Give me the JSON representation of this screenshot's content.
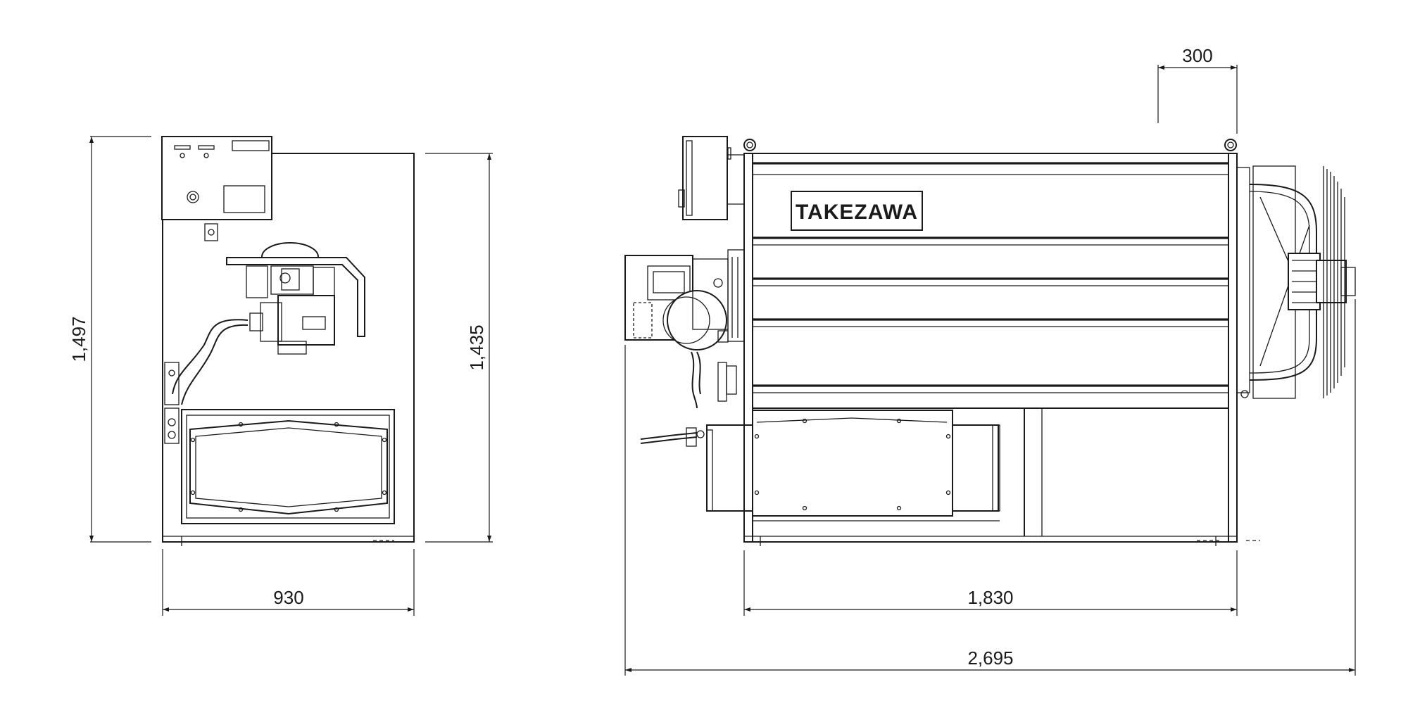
{
  "dimensions": {
    "front_width": "930",
    "front_height_overall": "1,497",
    "front_height_body": "1,435",
    "side_body_length": "1,830",
    "side_overall_length": "2,695",
    "fan_offset": "300"
  },
  "brand": {
    "label": "TAKEZAWA"
  }
}
